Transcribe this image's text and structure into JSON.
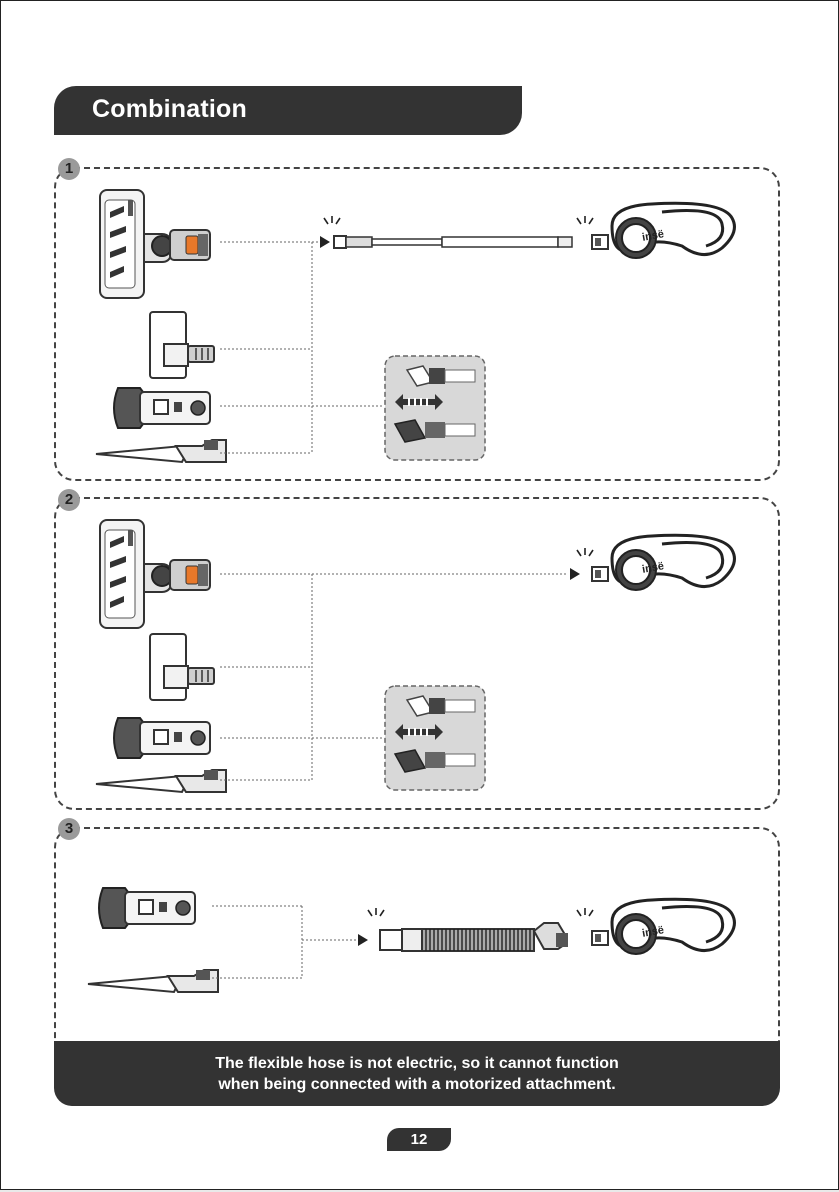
{
  "header": {
    "title": "Combination"
  },
  "sections": [
    {
      "number": "1"
    },
    {
      "number": "2"
    },
    {
      "number": "3"
    }
  ],
  "brand": {
    "logo": "insë"
  },
  "note": {
    "line1": "The flexible hose is not electric, so it cannot function",
    "line2": "when being connected with a motorized attachment."
  },
  "page": {
    "number": "12"
  },
  "colors": {
    "dark": "#333333",
    "badge": "#9a9a9a",
    "accent": "#e8782a"
  }
}
